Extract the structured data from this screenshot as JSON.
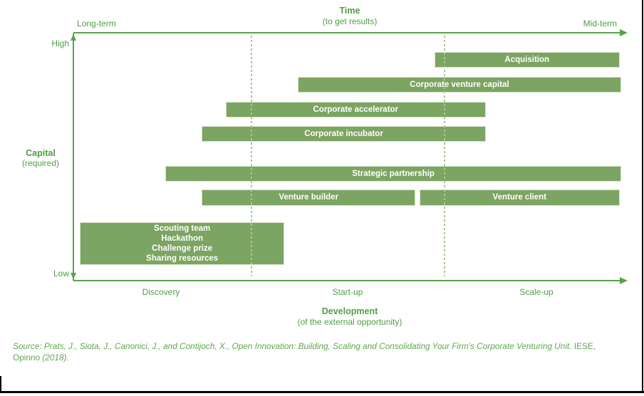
{
  "colors": {
    "bar_fill": "#7CA462",
    "bar_edge": "#D8E6CB",
    "bar_text": "#FFFFFF",
    "axis_line": "#5AA24B",
    "label_text": "#4E9F43",
    "dashed_divider": "#A9C795",
    "source_text": "#5FA750",
    "frame": "#000000"
  },
  "top_axis": {
    "title": "Time",
    "subtitle": "(to get results)",
    "left_label": "Long-term",
    "right_label": "Mid-term"
  },
  "y_axis": {
    "title": "Capital",
    "subtitle": "(required)",
    "top_label": "High",
    "bottom_label": "Low"
  },
  "bottom_axis": {
    "title": "Development",
    "subtitle": "(of the external opportunity)",
    "stages": [
      "Discovery",
      "Start-up",
      "Scale-up"
    ]
  },
  "source": {
    "italic_main": "Source: Prats, J., Siota, J., Canonici, J., and Contijoch, X., Open Innovation: Building, Scaling and Consolidating Your Firm's Corporate Venturing Unit.",
    "roman_part": " IESE, Opinno ",
    "italic_year": "(2018)."
  },
  "chart_data": {
    "type": "bar",
    "orientation": "horizontal-range",
    "x_axis": {
      "label": "Time (to get results)",
      "range_labels": [
        "Long-term",
        "Mid-term"
      ],
      "stages": [
        "Discovery",
        "Start-up",
        "Scale-up"
      ],
      "stage_boundaries_fraction": [
        0.32,
        0.669
      ]
    },
    "y_axis": {
      "label": "Capital (required)",
      "range_labels": [
        "Low",
        "High"
      ]
    },
    "bars": [
      {
        "id": "acquisition",
        "label": "Acquisition",
        "x0": 0.652,
        "x1": 0.987,
        "capital": 0.893,
        "h": 22
      },
      {
        "id": "corporate-venture-capital",
        "label": "Corporate venture capital",
        "x0": 0.405,
        "x1": 0.99,
        "capital": 0.793,
        "h": 22
      },
      {
        "id": "corporate-accelerator",
        "label": "Corporate accelerator",
        "x0": 0.275,
        "x1": 0.745,
        "capital": 0.692,
        "h": 22
      },
      {
        "id": "corporate-incubator",
        "label": "Corporate incubator",
        "x0": 0.232,
        "x1": 0.745,
        "capital": 0.594,
        "h": 22
      },
      {
        "id": "strategic-partnership",
        "label": "Strategic partnership",
        "x0": 0.166,
        "x1": 0.99,
        "capital": 0.432,
        "h": 22
      },
      {
        "id": "venture-builder",
        "label": "Venture builder",
        "x0": 0.232,
        "x1": 0.618,
        "capital": 0.336,
        "h": 23
      },
      {
        "id": "venture-client",
        "label": "Venture client",
        "x0": 0.625,
        "x1": 0.987,
        "capital": 0.336,
        "h": 23
      },
      {
        "id": "discovery-tools",
        "label": [
          "Scouting team",
          "Hackathon",
          "Challenge prize",
          "Sharing resources"
        ],
        "x0": 0.012,
        "x1": 0.381,
        "capital": 0.15,
        "h": 60
      }
    ]
  }
}
